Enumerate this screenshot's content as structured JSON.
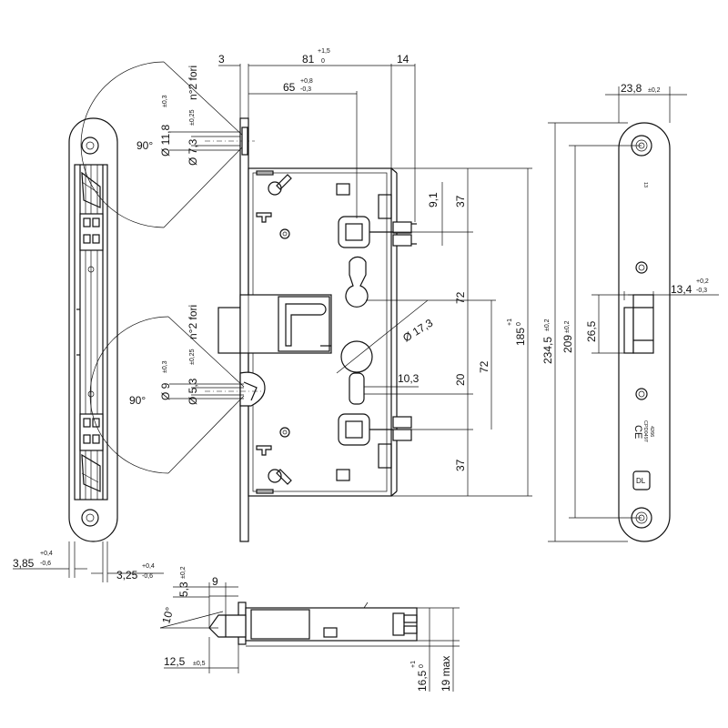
{
  "drawing": {
    "top_dims": {
      "d3": "3",
      "d81": "81",
      "d81_tol_up": "+1,5",
      "d81_tol_dn": "0",
      "d14": "14",
      "d65": "65",
      "d65_tol_up": "+0,8",
      "d65_tol_dn": "-0,3"
    },
    "upper_hole": {
      "dia_118": "Ø 11,8",
      "dia_118_tol": "±0,3",
      "dia_73": "Ø 7,3",
      "dia_73_tol": "±0,25",
      "fori": "n°2 fori",
      "angle": "90°"
    },
    "lower_hole": {
      "dia_9": "Ø 9",
      "dia_9_tol": "±0,3",
      "dia_53": "Ø 5,3",
      "dia_53_tol": "±0,25",
      "fori": "n°2 fori",
      "angle": "90°"
    },
    "body_dims": {
      "d91": "9,1",
      "d37_top": "37",
      "d72_a": "72",
      "d72_b": "72",
      "d185": "185",
      "d185_tol_up": "+1",
      "d185_tol_dn": "0",
      "d173": "Ø 17,3",
      "d103": "10,3",
      "d20": "20",
      "d37_bot": "37"
    },
    "faceplate": {
      "d238": "23,8",
      "d238_tol": "±0,2",
      "d2345": "234,5",
      "d2345_tol": "±0,2",
      "d209": "209",
      "d209_tol": "±0,2",
      "d265": "26,5",
      "d134": "13,4",
      "d134_tol_up": "+0,2",
      "d134_tol_dn": "-0,3",
      "mark_top": "13",
      "ce": "CE",
      "ce_code1": "CPD0497",
      "ce_code2": "4266",
      "logo": "DL"
    },
    "side_dims": {
      "d385": "3,85",
      "d385_tol_up": "+0,4",
      "d385_tol_dn": "-0,6",
      "d325": "3,25",
      "d325_tol_up": "+0,4",
      "d325_tol_dn": "-0,6"
    },
    "bottom_dims": {
      "angle10": "10°",
      "d53": "5,3",
      "d53_tol": "±0,2",
      "d9": "9",
      "d125": "12,5",
      "d125_tol": "±0,5",
      "d165": "16,5",
      "d165_tol_up": "+1",
      "d165_tol_dn": "0",
      "d19": "19 max"
    }
  }
}
